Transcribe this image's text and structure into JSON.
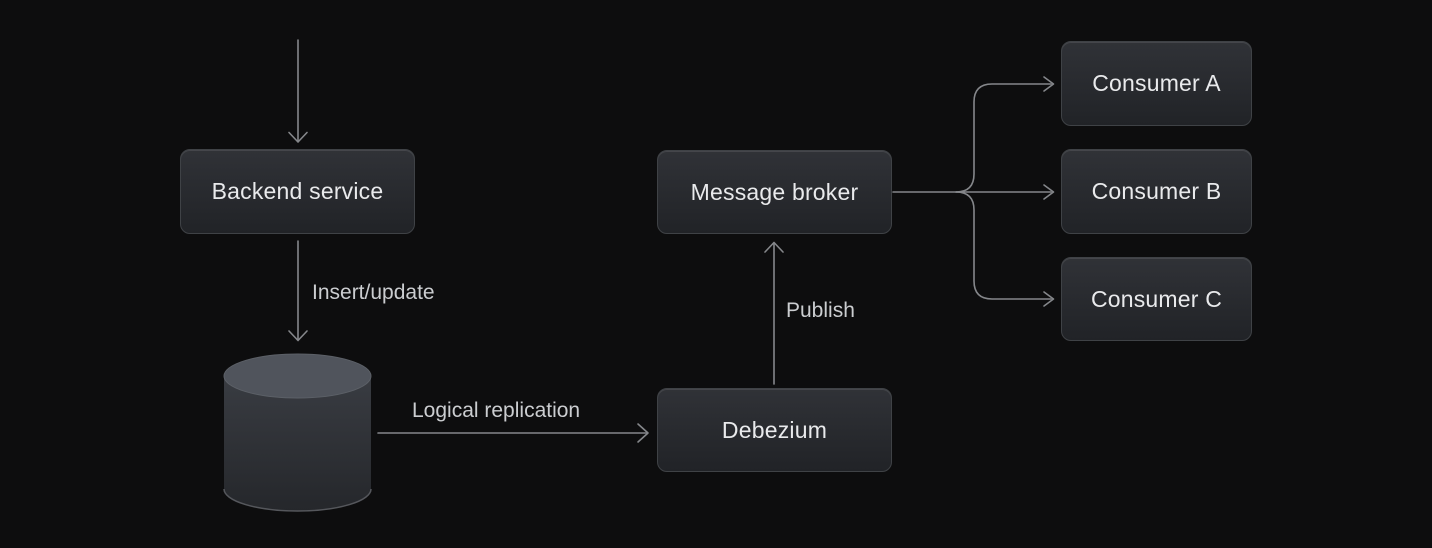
{
  "diagram": {
    "nodes": {
      "backend": {
        "label": "Backend service"
      },
      "database": {
        "shape": "cylinder-icon"
      },
      "debezium": {
        "label": "Debezium"
      },
      "broker": {
        "label": "Message broker"
      },
      "consumer_a": {
        "label": "Consumer A"
      },
      "consumer_b": {
        "label": "Consumer B"
      },
      "consumer_c": {
        "label": "Consumer C"
      }
    },
    "edges": {
      "inbound_to_backend": {
        "label": ""
      },
      "backend_to_database": {
        "label": "Insert/update"
      },
      "database_to_debezium": {
        "label": "Logical replication"
      },
      "debezium_to_broker": {
        "label": "Publish"
      },
      "broker_to_consumers": {
        "label": ""
      }
    },
    "colors": {
      "background": "#0d0d0e",
      "node_fill_top": "#303237",
      "node_fill_bottom": "#212327",
      "node_border": "#3f4246",
      "node_text": "#e9eaec",
      "edge_line": "#85878b",
      "edge_label_text": "#cbcdd0",
      "cylinder_top": "#50545c",
      "cylinder_body_top": "#393c42",
      "cylinder_body_bottom": "#25272b"
    }
  }
}
